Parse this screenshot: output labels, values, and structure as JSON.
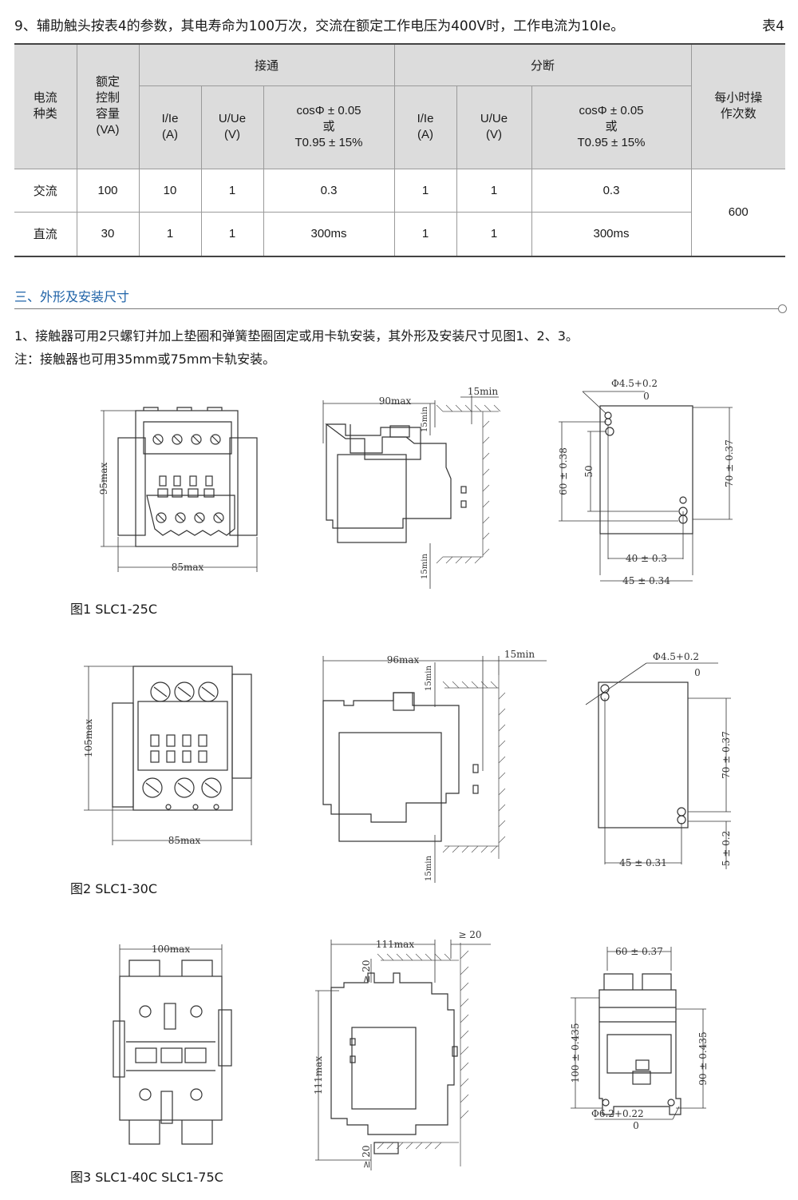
{
  "header": {
    "text": "9、辅助触头按表4的参数，其电寿命为100万次，交流在额定工作电压为400V时，工作电流为10Ie。",
    "table_tag": "表4"
  },
  "table": {
    "h_current_type": [
      "电流",
      "种类"
    ],
    "h_capacity": [
      "额定",
      "控制",
      "容量",
      "(VA)"
    ],
    "h_make": "接通",
    "h_break": "分断",
    "h_ops": [
      "每小时操",
      "作次数"
    ],
    "h_i": [
      "I/Ie",
      "(A)"
    ],
    "h_u": [
      "U/Ue",
      "(V)"
    ],
    "h_cos": [
      "cosΦ ± 0.05",
      "或",
      "T0.95 ± 15%"
    ],
    "rows": [
      {
        "type": "交流",
        "capacity": "100",
        "make_i": "10",
        "make_u": "1",
        "make_cos": "0.3",
        "break_i": "1",
        "break_u": "1",
        "break_cos": "0.3"
      },
      {
        "type": "直流",
        "capacity": "30",
        "make_i": "1",
        "make_u": "1",
        "make_cos": "300ms",
        "break_i": "1",
        "break_u": "1",
        "break_cos": "300ms"
      }
    ],
    "ops_value": "600"
  },
  "section": {
    "title": "三、外形及安装尺寸"
  },
  "notes": {
    "line1": "1、接触器可用2只螺钉并加上垫圈和弹簧垫圈固定或用卡轨安装，其外形及安装尺寸见图1、2、3。",
    "line2": "注：接触器也可用35mm或75mm卡轨安装。"
  },
  "figures": {
    "fig1": {
      "caption": "图1   SLC1-25C",
      "front_h": "95max",
      "front_w": "85max",
      "side_depth": "90max",
      "side_top_gap": "15min",
      "side_vgap1": "15min",
      "side_vgap2": "15min",
      "mount_hole": "Φ4.5+0.2",
      "mount_hole_tol": "0",
      "mount_v1": "60 ± 0.38",
      "mount_v2": "50",
      "mount_v3": "70 ± 0.37",
      "mount_h1": "40 ± 0.3",
      "mount_h2": "45 ± 0.34"
    },
    "fig2": {
      "caption": "图2   SLC1-30C",
      "front_h": "105max",
      "front_w": "85max",
      "side_depth": "96max",
      "side_top_gap": "15min",
      "side_vgap1": "15min",
      "side_vgap2": "15min",
      "mount_hole": "Φ4.5+0.2",
      "mount_hole_tol": "0",
      "mount_v1": "70 ± 0.37",
      "mount_v2": "5 ± 0.2",
      "mount_h1": "45 ± 0.31"
    },
    "fig3": {
      "caption": "图3   SLC1-40C  SLC1-75C",
      "front_w": "100max",
      "side_depth": "111max",
      "side_height": "111max",
      "side_gap_right": "≥ 20",
      "side_gap_top": "≥ 20",
      "side_gap_bottom": "≥ 20",
      "mount_w": "60 ± 0.37",
      "mount_v1": "100 ± 0.435",
      "mount_v2": "90 ± 0.435",
      "mount_hole": "Φ6.2+0.22",
      "mount_hole_tol": "0"
    }
  }
}
